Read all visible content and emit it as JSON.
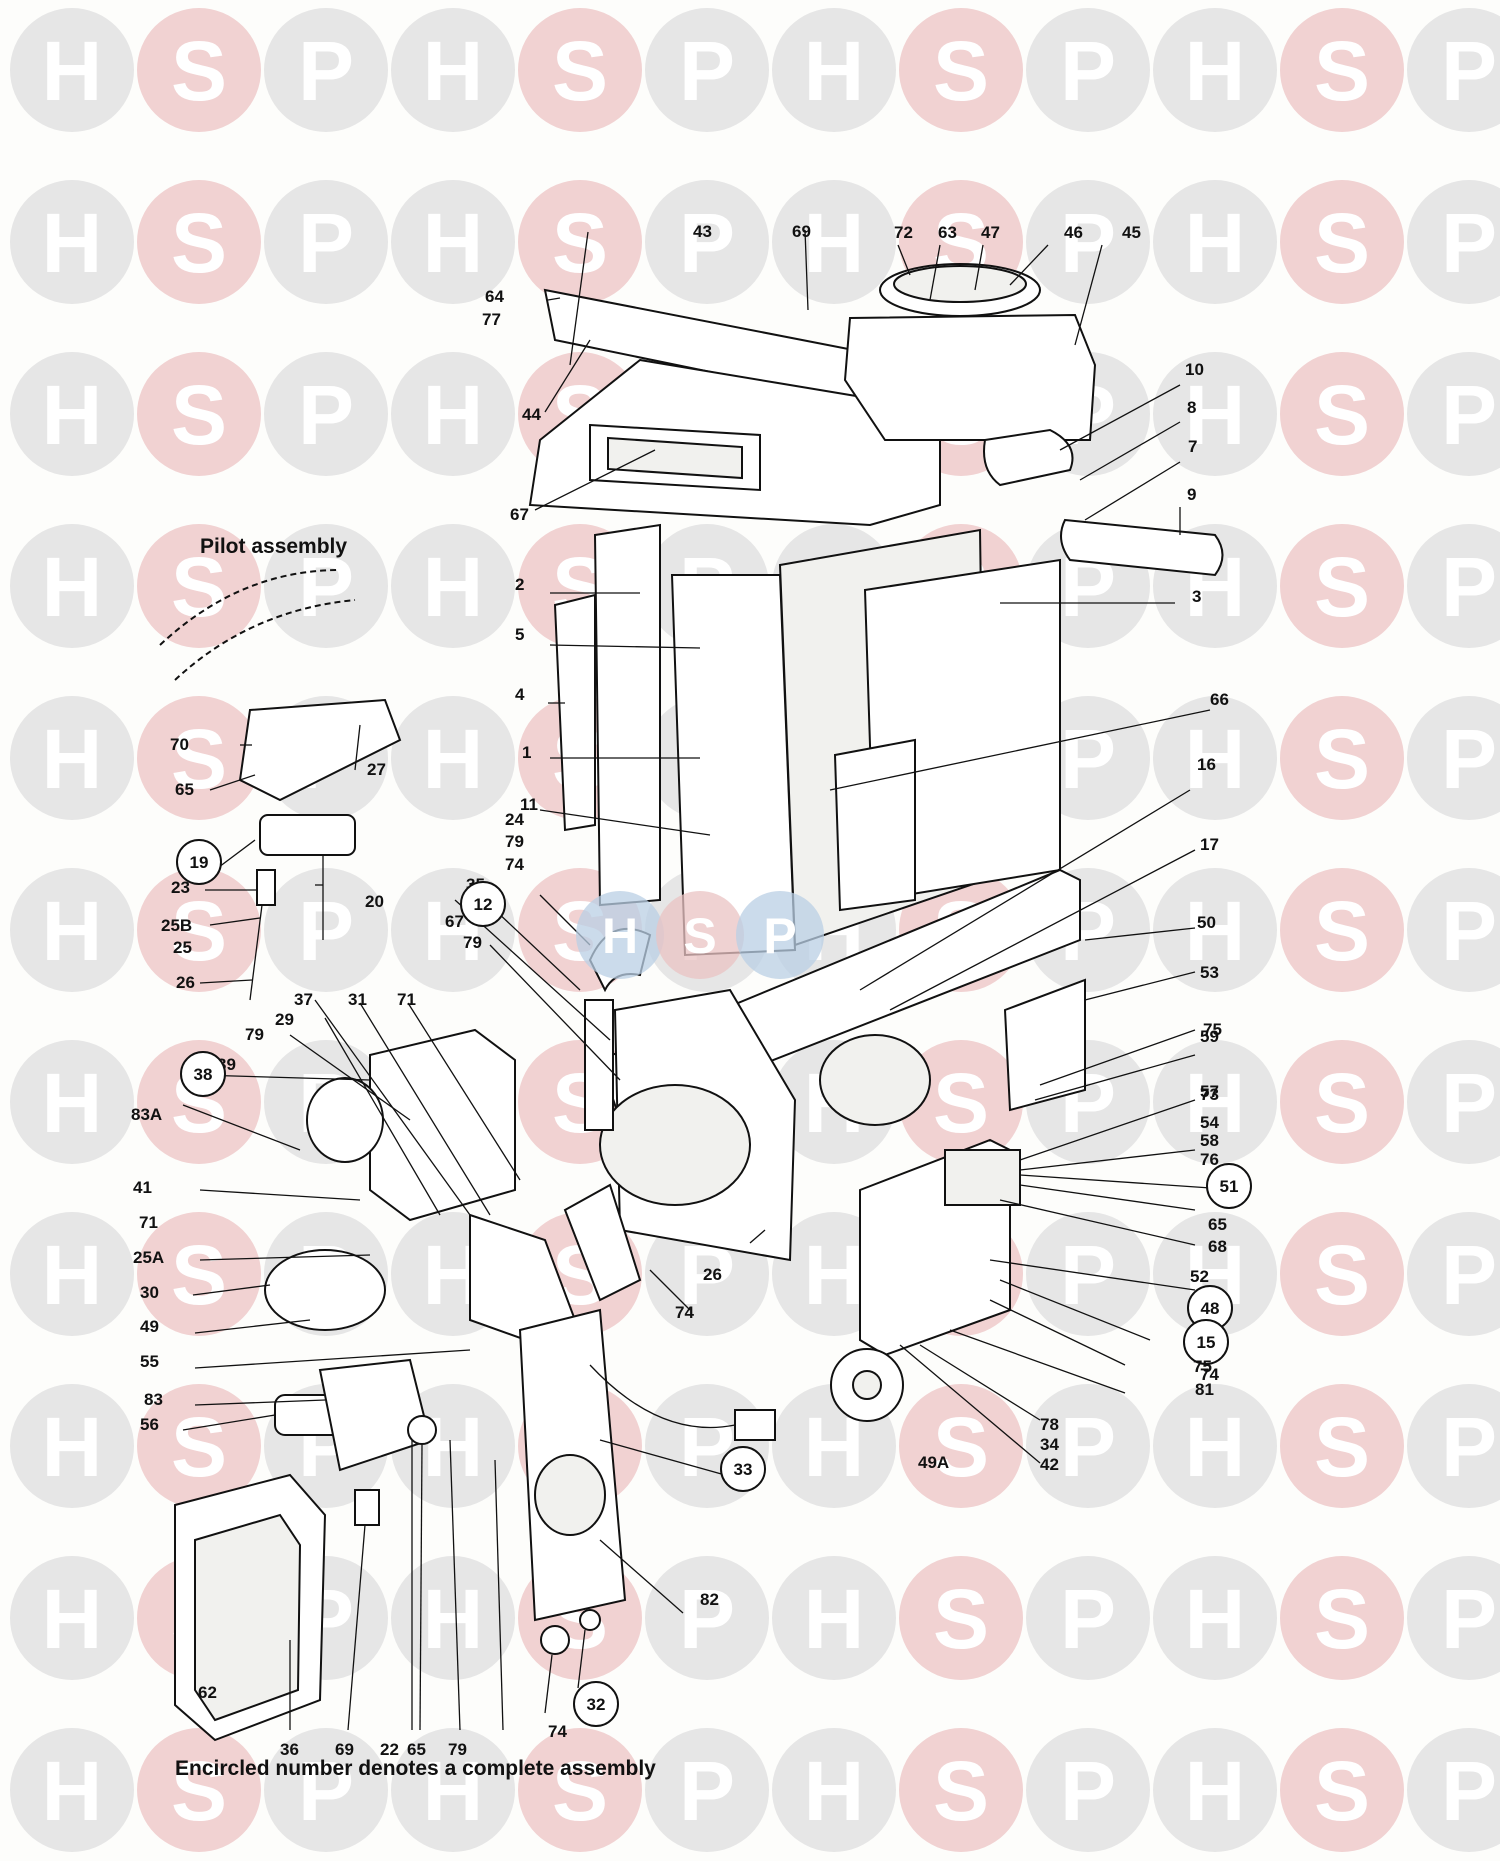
{
  "watermark": {
    "letters": [
      "H",
      "S",
      "P"
    ],
    "colors": {
      "H": "#e6e6e6",
      "S": "#f1d2d2",
      "P": "#e6e6e6"
    }
  },
  "center_logo": {
    "letters": [
      "H",
      "S",
      "P"
    ],
    "colors": {
      "H": "#b9cfe4",
      "S": "#e9c3c3",
      "P": "#b9cfe4"
    }
  },
  "headings": {
    "pilot_assembly": "Pilot assembly",
    "footnote": "Encircled number denotes a complete assembly"
  },
  "labels": [
    {
      "text": "43",
      "circled": false
    },
    {
      "text": "69",
      "circled": false
    },
    {
      "text": "72",
      "circled": false
    },
    {
      "text": "63",
      "circled": false
    },
    {
      "text": "47",
      "circled": false
    },
    {
      "text": "46",
      "circled": false
    },
    {
      "text": "45",
      "circled": false
    },
    {
      "text": "64",
      "circled": false
    },
    {
      "text": "77",
      "circled": false
    },
    {
      "text": "44",
      "circled": false
    },
    {
      "text": "10",
      "circled": false
    },
    {
      "text": "8",
      "circled": false
    },
    {
      "text": "7",
      "circled": false
    },
    {
      "text": "67",
      "circled": false
    },
    {
      "text": "9",
      "circled": false
    },
    {
      "text": "2",
      "circled": false
    },
    {
      "text": "3",
      "circled": false
    },
    {
      "text": "5",
      "circled": false
    },
    {
      "text": "4",
      "circled": false
    },
    {
      "text": "66",
      "circled": false
    },
    {
      "text": "1",
      "circled": false
    },
    {
      "text": "70",
      "circled": false
    },
    {
      "text": "27",
      "circled": false
    },
    {
      "text": "65",
      "circled": false
    },
    {
      "text": "11",
      "circled": false
    },
    {
      "text": "16",
      "circled": false
    },
    {
      "text": "24",
      "circled": false
    },
    {
      "text": "79",
      "circled": false
    },
    {
      "text": "74",
      "circled": false
    },
    {
      "text": "17",
      "circled": false
    },
    {
      "text": "19",
      "circled": true
    },
    {
      "text": "35",
      "circled": false
    },
    {
      "text": "12",
      "circled": true
    },
    {
      "text": "23",
      "circled": false
    },
    {
      "text": "20",
      "circled": false
    },
    {
      "text": "67",
      "circled": false
    },
    {
      "text": "25B",
      "circled": false
    },
    {
      "text": "25",
      "circled": false
    },
    {
      "text": "79",
      "circled": false
    },
    {
      "text": "50",
      "circled": false
    },
    {
      "text": "26",
      "circled": false
    },
    {
      "text": "53",
      "circled": false
    },
    {
      "text": "37",
      "circled": false
    },
    {
      "text": "31",
      "circled": false
    },
    {
      "text": "71",
      "circled": false
    },
    {
      "text": "29",
      "circled": false
    },
    {
      "text": "75",
      "circled": false
    },
    {
      "text": "79",
      "circled": false
    },
    {
      "text": "59",
      "circled": false
    },
    {
      "text": "39",
      "circled": false
    },
    {
      "text": "57",
      "circled": false
    },
    {
      "text": "38",
      "circled": true
    },
    {
      "text": "73",
      "circled": false
    },
    {
      "text": "83A",
      "circled": false
    },
    {
      "text": "54",
      "circled": false
    },
    {
      "text": "58",
      "circled": false
    },
    {
      "text": "76",
      "circled": false
    },
    {
      "text": "41",
      "circled": false
    },
    {
      "text": "51",
      "circled": true
    },
    {
      "text": "65",
      "circled": false
    },
    {
      "text": "71",
      "circled": false
    },
    {
      "text": "68",
      "circled": false
    },
    {
      "text": "25A",
      "circled": false
    },
    {
      "text": "52",
      "circled": false
    },
    {
      "text": "30",
      "circled": false
    },
    {
      "text": "48",
      "circled": true
    },
    {
      "text": "74",
      "circled": false
    },
    {
      "text": "15",
      "circled": true
    },
    {
      "text": "49",
      "circled": false
    },
    {
      "text": "26",
      "circled": false
    },
    {
      "text": "75",
      "circled": false
    },
    {
      "text": "74",
      "circled": false
    },
    {
      "text": "55",
      "circled": false
    },
    {
      "text": "81",
      "circled": false
    },
    {
      "text": "83",
      "circled": false
    },
    {
      "text": "78",
      "circled": false
    },
    {
      "text": "34",
      "circled": false
    },
    {
      "text": "56",
      "circled": false
    },
    {
      "text": "49A",
      "circled": false
    },
    {
      "text": "42",
      "circled": false
    },
    {
      "text": "33",
      "circled": true
    },
    {
      "text": "82",
      "circled": false
    },
    {
      "text": "32",
      "circled": true
    },
    {
      "text": "62",
      "circled": false
    },
    {
      "text": "74",
      "circled": false
    },
    {
      "text": "36",
      "circled": false
    },
    {
      "text": "69",
      "circled": false
    },
    {
      "text": "22",
      "circled": false
    },
    {
      "text": "65",
      "circled": false
    },
    {
      "text": "79",
      "circled": false
    }
  ]
}
